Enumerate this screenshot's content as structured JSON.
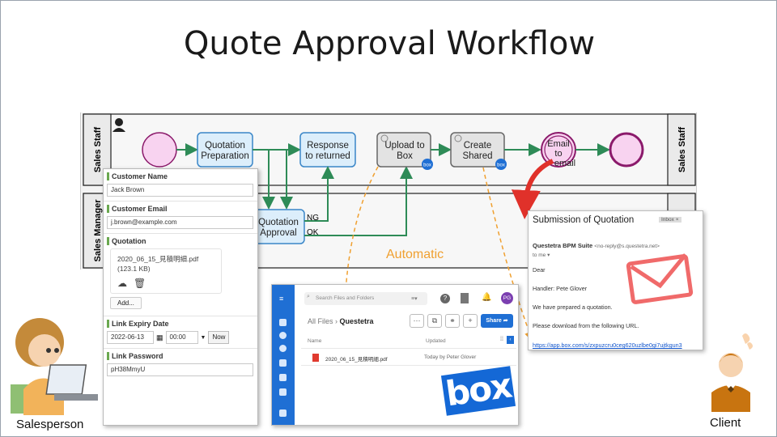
{
  "slide": {
    "title": "Quote Approval Workflow",
    "automatic_label": "Automatic",
    "salesperson_label": "Salesperson",
    "client_label": "Client"
  },
  "bpmn": {
    "lanes": [
      "Sales Staff",
      "Sales Manager"
    ],
    "tasks": {
      "quotation_preparation": "Quotation\nPreparation",
      "response_to_returned": "Response\nto returned",
      "upload_to_box": "Upload to\nBox",
      "create_shared": "Create\nShared",
      "email_to_email": "Email\nto\nemail",
      "quotation_approval": "Quotation\nApproval"
    },
    "gateway_labels": {
      "ng": "NG",
      "ok": "OK"
    },
    "badge": "box"
  },
  "form": {
    "customer_name_label": "Customer Name",
    "customer_name_value": "Jack Brown",
    "customer_email_label": "Customer Email",
    "customer_email_value": "j.brown@example.com",
    "quotation_label": "Quotation",
    "file_name": "2020_06_15_見積明細.pdf",
    "file_size": "(123.1 KB)",
    "add_button": "Add...",
    "link_expiry_label": "Link Expiry Date",
    "expiry_date": "2022-06-13",
    "expiry_time": "00:00",
    "now_button": "Now",
    "link_password_label": "Link Password",
    "link_password_value": "pH38MmyU"
  },
  "box": {
    "search_placeholder": "Search Files and Folders",
    "breadcrumb_root": "All Files",
    "breadcrumb_folder": "Questetra",
    "share_button": "Share",
    "col_name": "Name",
    "col_updated": "Updated",
    "file_name": "2020_06_15_見積明細.pdf",
    "file_updated": "Today by Peter Glover",
    "avatar": "PG",
    "logo": "box"
  },
  "email": {
    "subject": "Submission of Quotation",
    "tag": "Inbox",
    "sender_name": "Questetra BPM Suite",
    "sender_addr": "<no-reply@s.questetra.net>",
    "to": "to me",
    "greeting": "Dear",
    "handler": "Handler: Pete Glover",
    "line1": "We have prepared a quotation.",
    "line2": "Please download from the following URL.",
    "link": "https://app.box.com/s/zxpuzcru0ceg620uzlbe0gi7ujtkgun3"
  },
  "colors": {
    "task_border": "#3a86c8",
    "task_fill": "#dceefb",
    "gray_task_fill": "#e3e3e3",
    "start_fill": "#f8d3f0",
    "end_border": "#8b1a6b",
    "flow_green": "#2e8b57",
    "dashed_orange": "#f0a030",
    "red_arrow": "#e0312a",
    "box_blue": "#1f6fd4",
    "envelope_red": "#f06a6a"
  }
}
